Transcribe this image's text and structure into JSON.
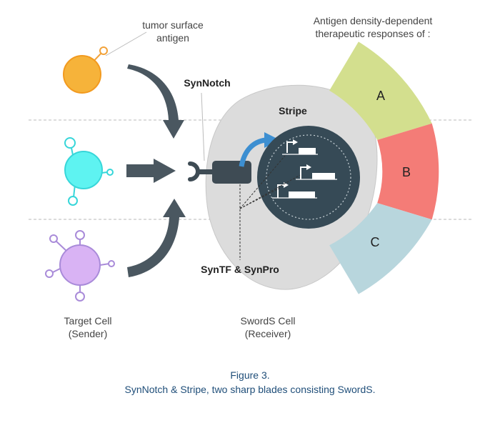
{
  "labels": {
    "tumor_antigen_line1": "tumor surface",
    "tumor_antigen_line2": "antigen",
    "response_line1": "Antigen density-dependent",
    "response_line2": "therapeutic responses of :",
    "synnotch": "SynNotch",
    "stripe": "Stripe",
    "syntf": "SynTF & SynPro",
    "target_line1": "Target Cell",
    "target_line2": "(Sender)",
    "receiver_line1": "SwordS Cell",
    "receiver_line2": "(Receiver)"
  },
  "segments": [
    {
      "label": "A",
      "color": "#d3df8e"
    },
    {
      "label": "B",
      "color": "#f47c77"
    },
    {
      "label": "C",
      "color": "#b8d6dd"
    }
  ],
  "senders": [
    {
      "name": "orange-cell",
      "fill": "#f6b33a",
      "stroke": "#f29a1f"
    },
    {
      "name": "cyan-cell",
      "fill": "#5ef3f1",
      "stroke": "#37d6d9"
    },
    {
      "name": "purple-cell",
      "fill": "#d9b3f4",
      "stroke": "#a98bd9"
    }
  ],
  "caption": {
    "line1": "Figure 3.",
    "line2": "SynNotch & Stripe, two sharp blades consisting SwordS."
  }
}
